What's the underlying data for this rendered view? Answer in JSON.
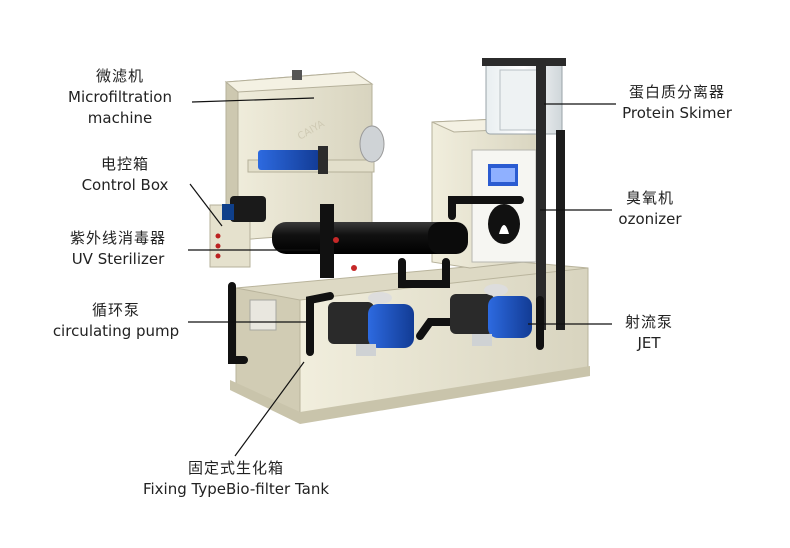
{
  "labels": {
    "microfiltration": {
      "cn": "微滤机",
      "en1": "Microfiltration",
      "en2": "machine"
    },
    "control_box": {
      "cn": "电控箱",
      "en": "Control Box"
    },
    "uv": {
      "cn": "紫外线消毒器",
      "en": "UV Sterilizer"
    },
    "pump": {
      "cn": "循环泵",
      "en": "circulating pump"
    },
    "biofilter": {
      "cn": "固定式生化箱",
      "en": "Fixing TypeBio-filter Tank"
    },
    "skimmer": {
      "cn": "蛋白质分离器",
      "en": "Protein Skimer"
    },
    "ozonizer": {
      "cn": "臭氧机",
      "en": "ozonizer"
    },
    "jet": {
      "cn": "射流泵",
      "en": "JET"
    }
  },
  "colors": {
    "tank": "#e9e6d4",
    "tank_shade": "#d6d2bc",
    "pipe": "#1b1b1b",
    "pump_blue": "#1f56c8",
    "leader": "#111111"
  },
  "watermark": "CAIYA"
}
